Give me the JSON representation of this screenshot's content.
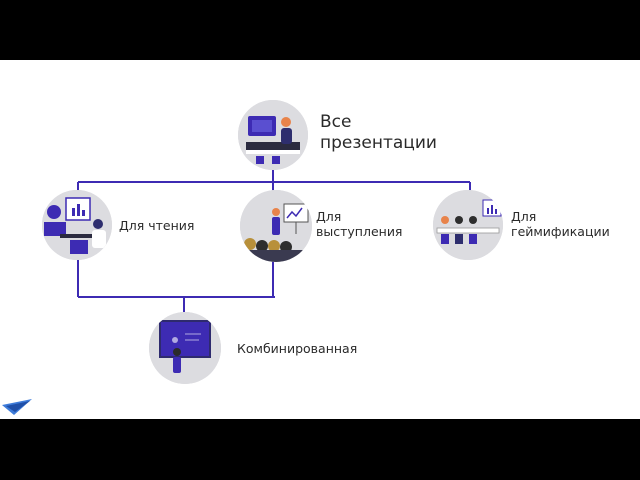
{
  "diagram": {
    "root": {
      "label_line1": "Все",
      "label_line2": "презентации"
    },
    "reading": {
      "label": "Для чтения"
    },
    "performance": {
      "label_line1": "Для",
      "label_line2": "выступления"
    },
    "gamification": {
      "label_line1": "Для",
      "label_line2": "геймификации"
    },
    "combined": {
      "label": "Комбинированная"
    }
  },
  "colors": {
    "accent": "#3d2bb3",
    "connector": "#3d2bb3",
    "circle_bg": "#dcdce0",
    "text": "#2a2a2a",
    "frame": "#000000"
  },
  "icons": {
    "logo": "checkmark-wing-logo"
  }
}
